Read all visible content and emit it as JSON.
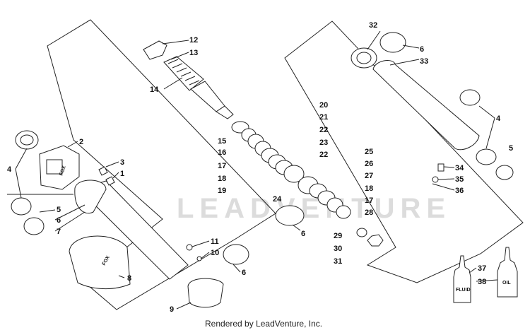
{
  "diagram": {
    "footer": "Rendered by LeadVenture, Inc.",
    "watermark": "LEADVENTURE",
    "fox_logo_1": "FOX",
    "fox_logo_2": "FOX",
    "fluid_label": "FLUID",
    "oil_label": "OIL",
    "callouts": [
      "12",
      "13",
      "14",
      "2",
      "3",
      "1",
      "4",
      "5",
      "6",
      "7",
      "8",
      "9",
      "10",
      "11",
      "6",
      "15",
      "16",
      "17",
      "18",
      "19",
      "20",
      "21",
      "22",
      "23",
      "22",
      "24",
      "25",
      "26",
      "27",
      "18",
      "17",
      "28",
      "29",
      "30",
      "31",
      "6",
      "32",
      "6",
      "33",
      "4",
      "34",
      "35",
      "36",
      "5",
      "37",
      "38"
    ]
  }
}
